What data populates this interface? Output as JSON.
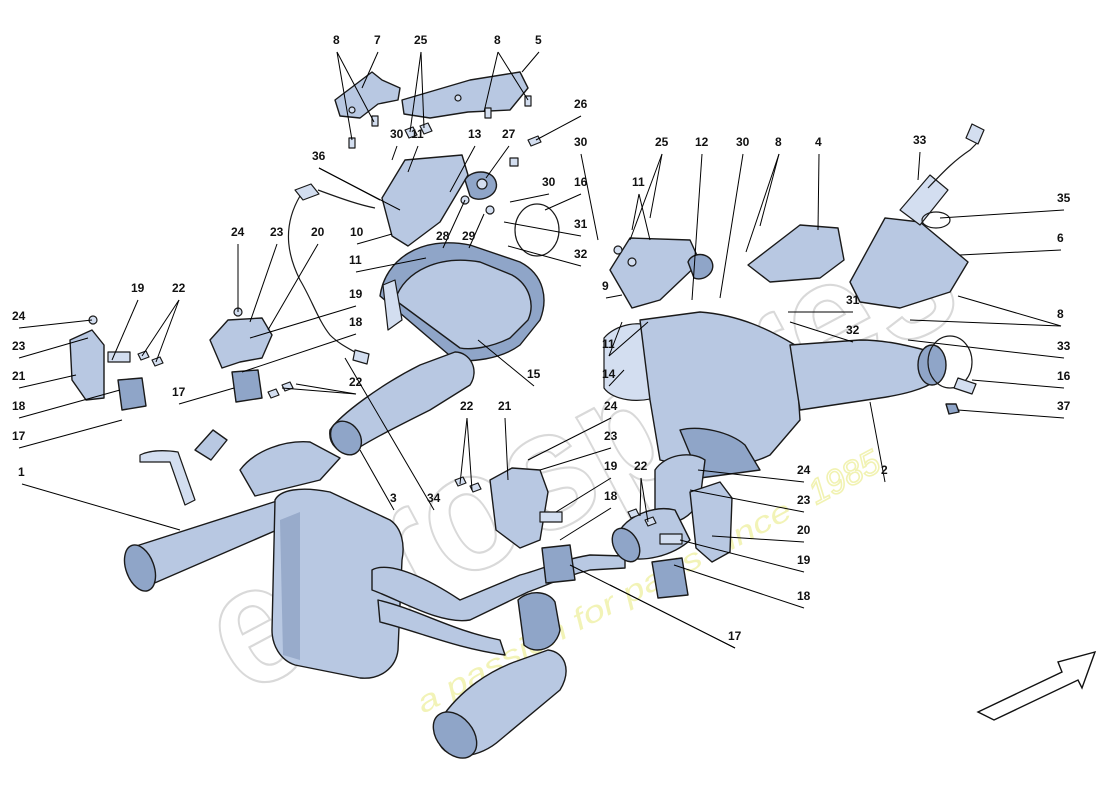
{
  "watermark": {
    "brand": "eurospares",
    "tagline": "a passion for parts since",
    "year": "1985"
  },
  "callouts": [
    "8",
    "7",
    "25",
    "8",
    "5",
    "26",
    "30",
    "11",
    "13",
    "27",
    "36",
    "30",
    "16",
    "10",
    "28",
    "29",
    "31",
    "32",
    "24",
    "23",
    "20",
    "11",
    "19",
    "18",
    "19",
    "22",
    "24",
    "23",
    "21",
    "18",
    "17",
    "17",
    "22",
    "3",
    "34",
    "15",
    "30",
    "25",
    "12",
    "30",
    "8",
    "4",
    "33",
    "35",
    "6",
    "11",
    "9",
    "11",
    "14",
    "8",
    "31",
    "32",
    "33",
    "16",
    "37",
    "2",
    "22",
    "21",
    "24",
    "23",
    "19",
    "18",
    "22",
    "24",
    "23",
    "20",
    "19",
    "18",
    "17",
    "1"
  ],
  "orientation_arrow": "front-direction-arrow"
}
